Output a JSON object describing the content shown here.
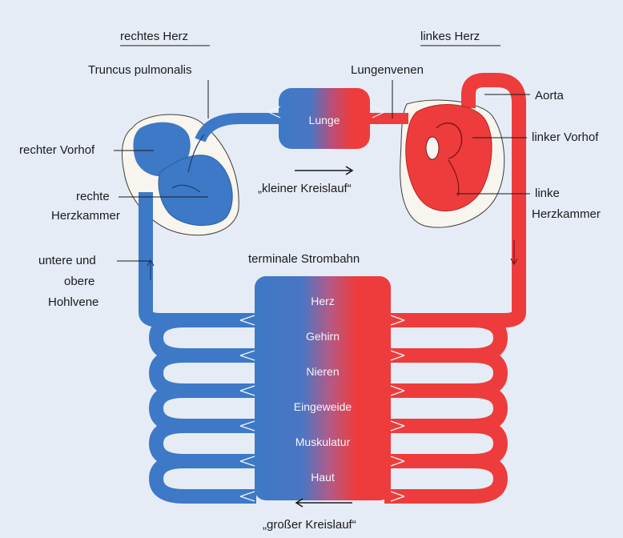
{
  "headers": {
    "right_heart": "rechtes Herz",
    "left_heart": "linkes Herz"
  },
  "labels": {
    "truncus": "Truncus pulmonalis",
    "lungenvenen": "Lungenvenen",
    "aorta": "Aorta",
    "rechter_vorhof": "rechter Vorhof",
    "rechte_kammer_1": "rechte",
    "rechte_kammer_2": "Herzkammer",
    "linker_vorhof": "linker Vorhof",
    "linke_kammer_1": "linke",
    "linke_kammer_2": "Herzkammer",
    "hohlvene_1": "untere und",
    "hohlvene_2": "obere",
    "hohlvene_3": "Hohlvene",
    "terminal": "terminale Strombahn",
    "kleiner_kreislauf": "„kleiner Kreislauf“",
    "grosser_kreislauf": "„großer Kreislauf“"
  },
  "lung": {
    "label": "Lunge"
  },
  "organs": [
    "Herz",
    "Gehirn",
    "Nieren",
    "Eingeweide",
    "Muskulatur",
    "Haut"
  ],
  "colors": {
    "background": "#e6ecf6",
    "venous_blue": "#3d79c6",
    "arterial_red": "#ee3c3c",
    "pericardium": "#f7f5ee",
    "text": "#1a1a1a"
  }
}
